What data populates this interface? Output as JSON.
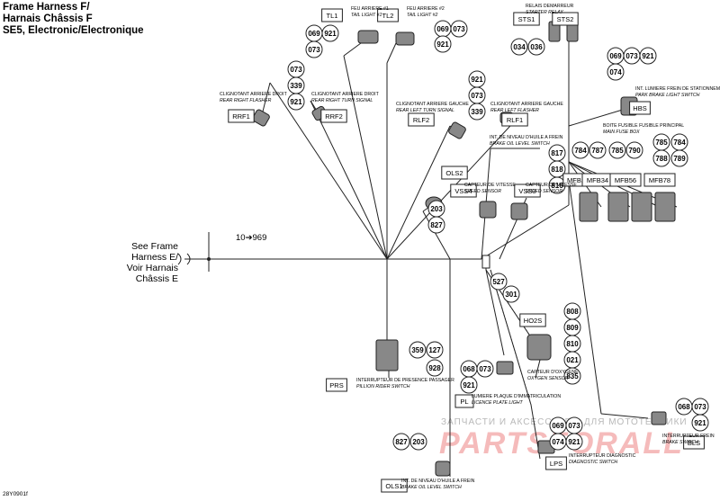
{
  "title": {
    "line1": "Frame Harness F/",
    "line2": "Harnais Châssis F",
    "line3": "SE5, Electronic/Electronique"
  },
  "see_ref": {
    "line1": "See Frame",
    "line2": "Harness E/",
    "line3": "Voir Harnais",
    "line4": "Châssis E",
    "wire_range": "10➔969"
  },
  "figure_code": "28Y0901f",
  "watermark": {
    "line1": "ЗАПЧАСТИ И АКСЕССУАРЫ ДЛЯ МОТОТЕХНИКИ",
    "line2": "PARTSFORALL"
  },
  "connector_tags": [
    "TL1",
    "TL2",
    "STS1",
    "STS2",
    "RRF1",
    "RRF2",
    "RLF2",
    "RLF1",
    "HBS",
    "OLS2",
    "VSS4",
    "VSS3",
    "MFB2",
    "MFB34",
    "MFB56",
    "MFB78",
    "HO2S",
    "PRS",
    "PL",
    "LPS",
    "BLS",
    "OLS1"
  ],
  "wire_circles": [
    "069",
    "921",
    "073",
    "069",
    "073",
    "921",
    "034",
    "036",
    "073",
    "339",
    "921",
    "921",
    "073",
    "339",
    "069",
    "073",
    "921",
    "074",
    "817",
    "818",
    "816",
    "784",
    "787",
    "785",
    "790",
    "784",
    "785",
    "789",
    "788",
    "203",
    "827",
    "527",
    "301",
    "808",
    "809",
    "810",
    "021",
    "835",
    "359",
    "127",
    "928",
    "068",
    "073",
    "921",
    "069",
    "073",
    "074",
    "921",
    "068",
    "073",
    "921",
    "827",
    "203"
  ],
  "labels": {
    "tl1": [
      "FEU ARRIERE #1",
      "TAIL LIGHT #1"
    ],
    "tl2": [
      "FEU ARRIERE #2",
      "TAIL LIGHT #2"
    ],
    "sts": [
      "RELAIS DEMARREUR",
      "STARTER RELAY"
    ],
    "rrf_right": [
      "CLIGNOTANT ARRIERE DROIT",
      "REAR RIGHT FLASHER"
    ],
    "rrf_turn": [
      "CLIGNOTANT ARRIERE DROIT",
      "REAR RIGHT TURN SIGNAL"
    ],
    "rlf_turn": [
      "CLIGNOTANT ARRIERE GAUCHE",
      "REAR LEFT TURN SIGNAL"
    ],
    "rlf_left": [
      "CLIGNOTANT ARRIERE GAUCHE",
      "REAR LEFT FLASHER"
    ],
    "hbs": [
      "INT. LUMIERE FREIN DE STATIONNEMENT",
      "PARK BRAKE LIGHT SWITCH"
    ],
    "mfb": [
      "BOITE FUSIBLE FUSIBLE PRINCIPAL",
      "MAIN FUSE BOX"
    ],
    "ols2": [
      "INT. DE NIVEAU D'HUILE A FREIN",
      "BRAKE OIL LEVEL SWITCH"
    ],
    "vss4": [
      "CAPTEUR DE VITESSE",
      "SPEED SENSOR"
    ],
    "vss3": [
      "CAPTEUR DE VITESSE",
      "SPEED SENSOR"
    ],
    "ho2s": [
      "CAPTEUR D'OXYGENE",
      "OXYGEN SENSOR"
    ],
    "prs": [
      "INTERRUPTEUR DE PRESENCE PASSAGER",
      "PILLION RIDER SWITCH"
    ],
    "pl": [
      "LUMIERE PLAQUE D'IMMATRICULATION",
      "LICENCE PLATE LIGHT"
    ],
    "lps": [
      "INTERRUPTEUR DIAGNOSTIC",
      "DIAGNOSTIC SWITCH"
    ],
    "bls": [
      "INTERRUPTEUR FREIN",
      "BRAKE SWITCH"
    ],
    "ols1": [
      "INT. DE NIVEAU D'HUILE A FREIN",
      "BRAKE OIL LEVEL SWITCH"
    ]
  }
}
